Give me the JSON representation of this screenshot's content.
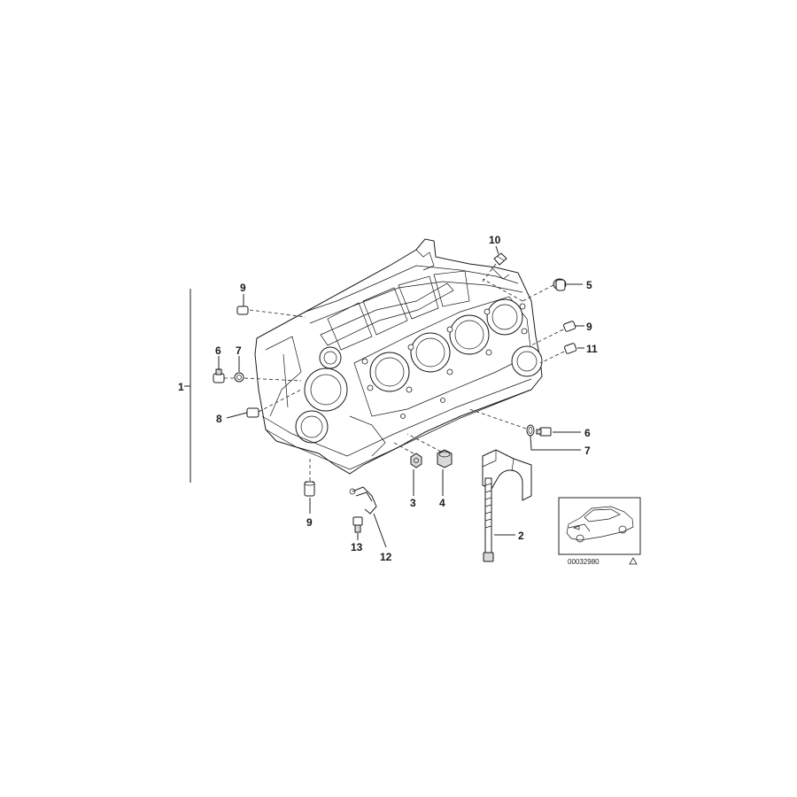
{
  "callouts": {
    "c1": "1",
    "c2": "2",
    "c3": "3",
    "c4": "4",
    "c5": "5",
    "c6a": "6",
    "c6b": "6",
    "c7a": "7",
    "c7b": "7",
    "c8": "8",
    "c9a": "9",
    "c9b": "9",
    "c9c": "9",
    "c10": "10",
    "c11": "11",
    "c12": "12",
    "c13": "13"
  },
  "thumbnail": {
    "code": "00032980",
    "icon": "warning-triangle-icon"
  }
}
